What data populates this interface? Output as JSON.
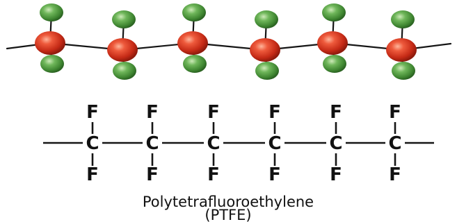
{
  "molecule": {
    "carbon_count": 6,
    "carbon_symbol": "C",
    "fluorine_symbol": "F",
    "colors": {
      "carbon": "#d8321f",
      "fluorine": "#4f9a3f",
      "bond": "#151515",
      "text": "#111111"
    }
  },
  "caption": {
    "name": "Polytetrafluoroethylene",
    "abbreviation": "(PTFE)"
  }
}
